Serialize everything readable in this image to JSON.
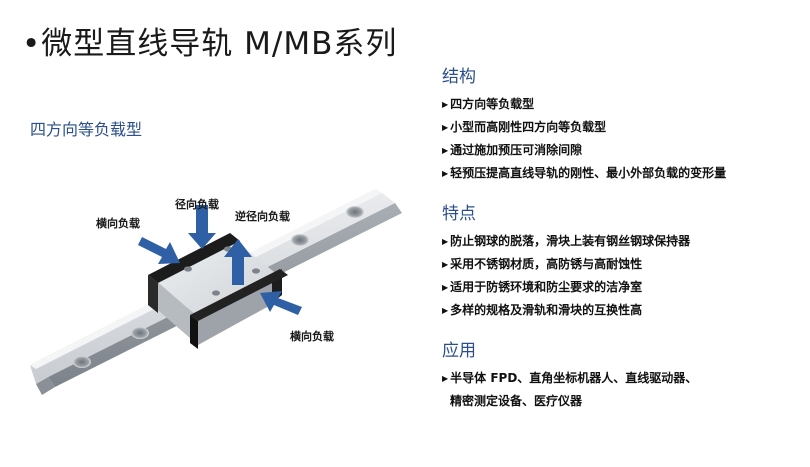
{
  "title": "•微型直线导轨 M/MB系列",
  "subtitle": "四方向等负载型",
  "diagram_labels": {
    "radial": "径向负载",
    "reverse_radial": "逆径向负载",
    "lateral_left": "横向负载",
    "lateral_right": "横向负载"
  },
  "sections": [
    {
      "heading": "结构",
      "items": [
        "四方向等负载型",
        "小型而高刚性四方向等负载型",
        "通过施加预压可消除间隙",
        "轻预压提高直线导轨的刚性、最小外部负载的变形量"
      ]
    },
    {
      "heading": "特点",
      "items": [
        "防止钢球的脱落，滑块上装有钢丝钢球保持器",
        "采用不锈钢材质，高防锈与高耐蚀性",
        "适用于防锈环境和防尘要求的洁净室",
        "多样的规格及滑轨和滑块的互换性高"
      ]
    },
    {
      "heading": "应用",
      "items": [
        "半导体 FPD、直角坐标机器人、直线驱动器、"
      ],
      "continuation": "精密测定设备、医疗仪器"
    }
  ],
  "bullet_glyph": "▶",
  "colors": {
    "accent": "#2b4f8c",
    "arrow": "#2f5fa5",
    "text": "#111111"
  }
}
